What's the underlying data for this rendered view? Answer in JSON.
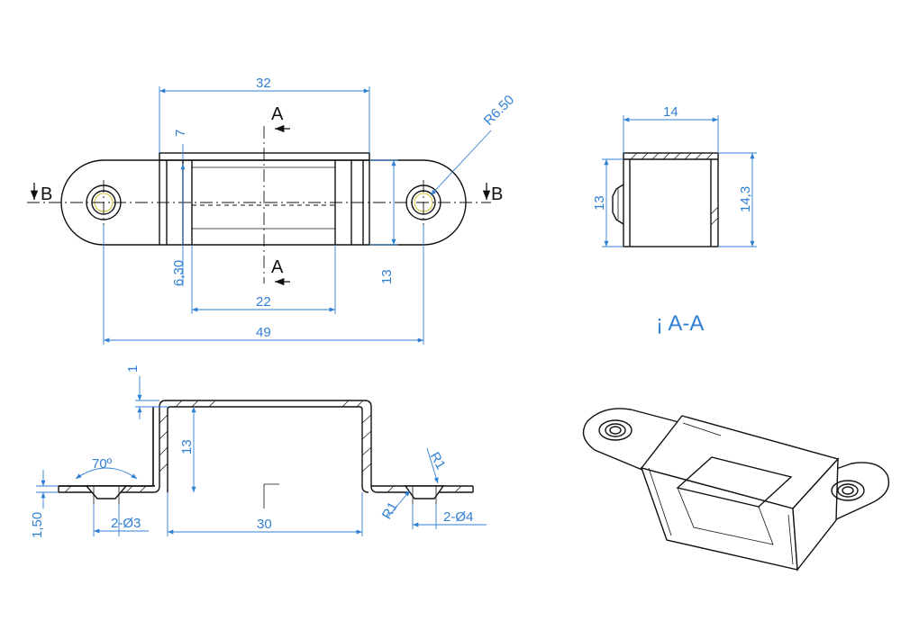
{
  "colors": {
    "dimension": "#2f7fd3",
    "geometry": "#111111",
    "background": "#ffffff"
  },
  "section_marks": {
    "a": "A",
    "b": "B"
  },
  "section_view_title": "¡ A-A",
  "dimensions": {
    "front": {
      "width_top": "32",
      "radius_end": "R6.50",
      "wall": "7",
      "offset": "6,30",
      "height_right": "13",
      "inner_width": "22",
      "overall_length": "49"
    },
    "section": {
      "width": "14",
      "height_left": "13",
      "height_right": "14,3"
    },
    "bottom": {
      "thickness": "1",
      "height": "13",
      "angle": "70º",
      "flange": "1,50",
      "hole_left": "2-Ø3",
      "inner_length": "30",
      "bend_radius_left": "R1",
      "bend_radius_right": "R1",
      "hole_right": "2-Ø4"
    }
  }
}
